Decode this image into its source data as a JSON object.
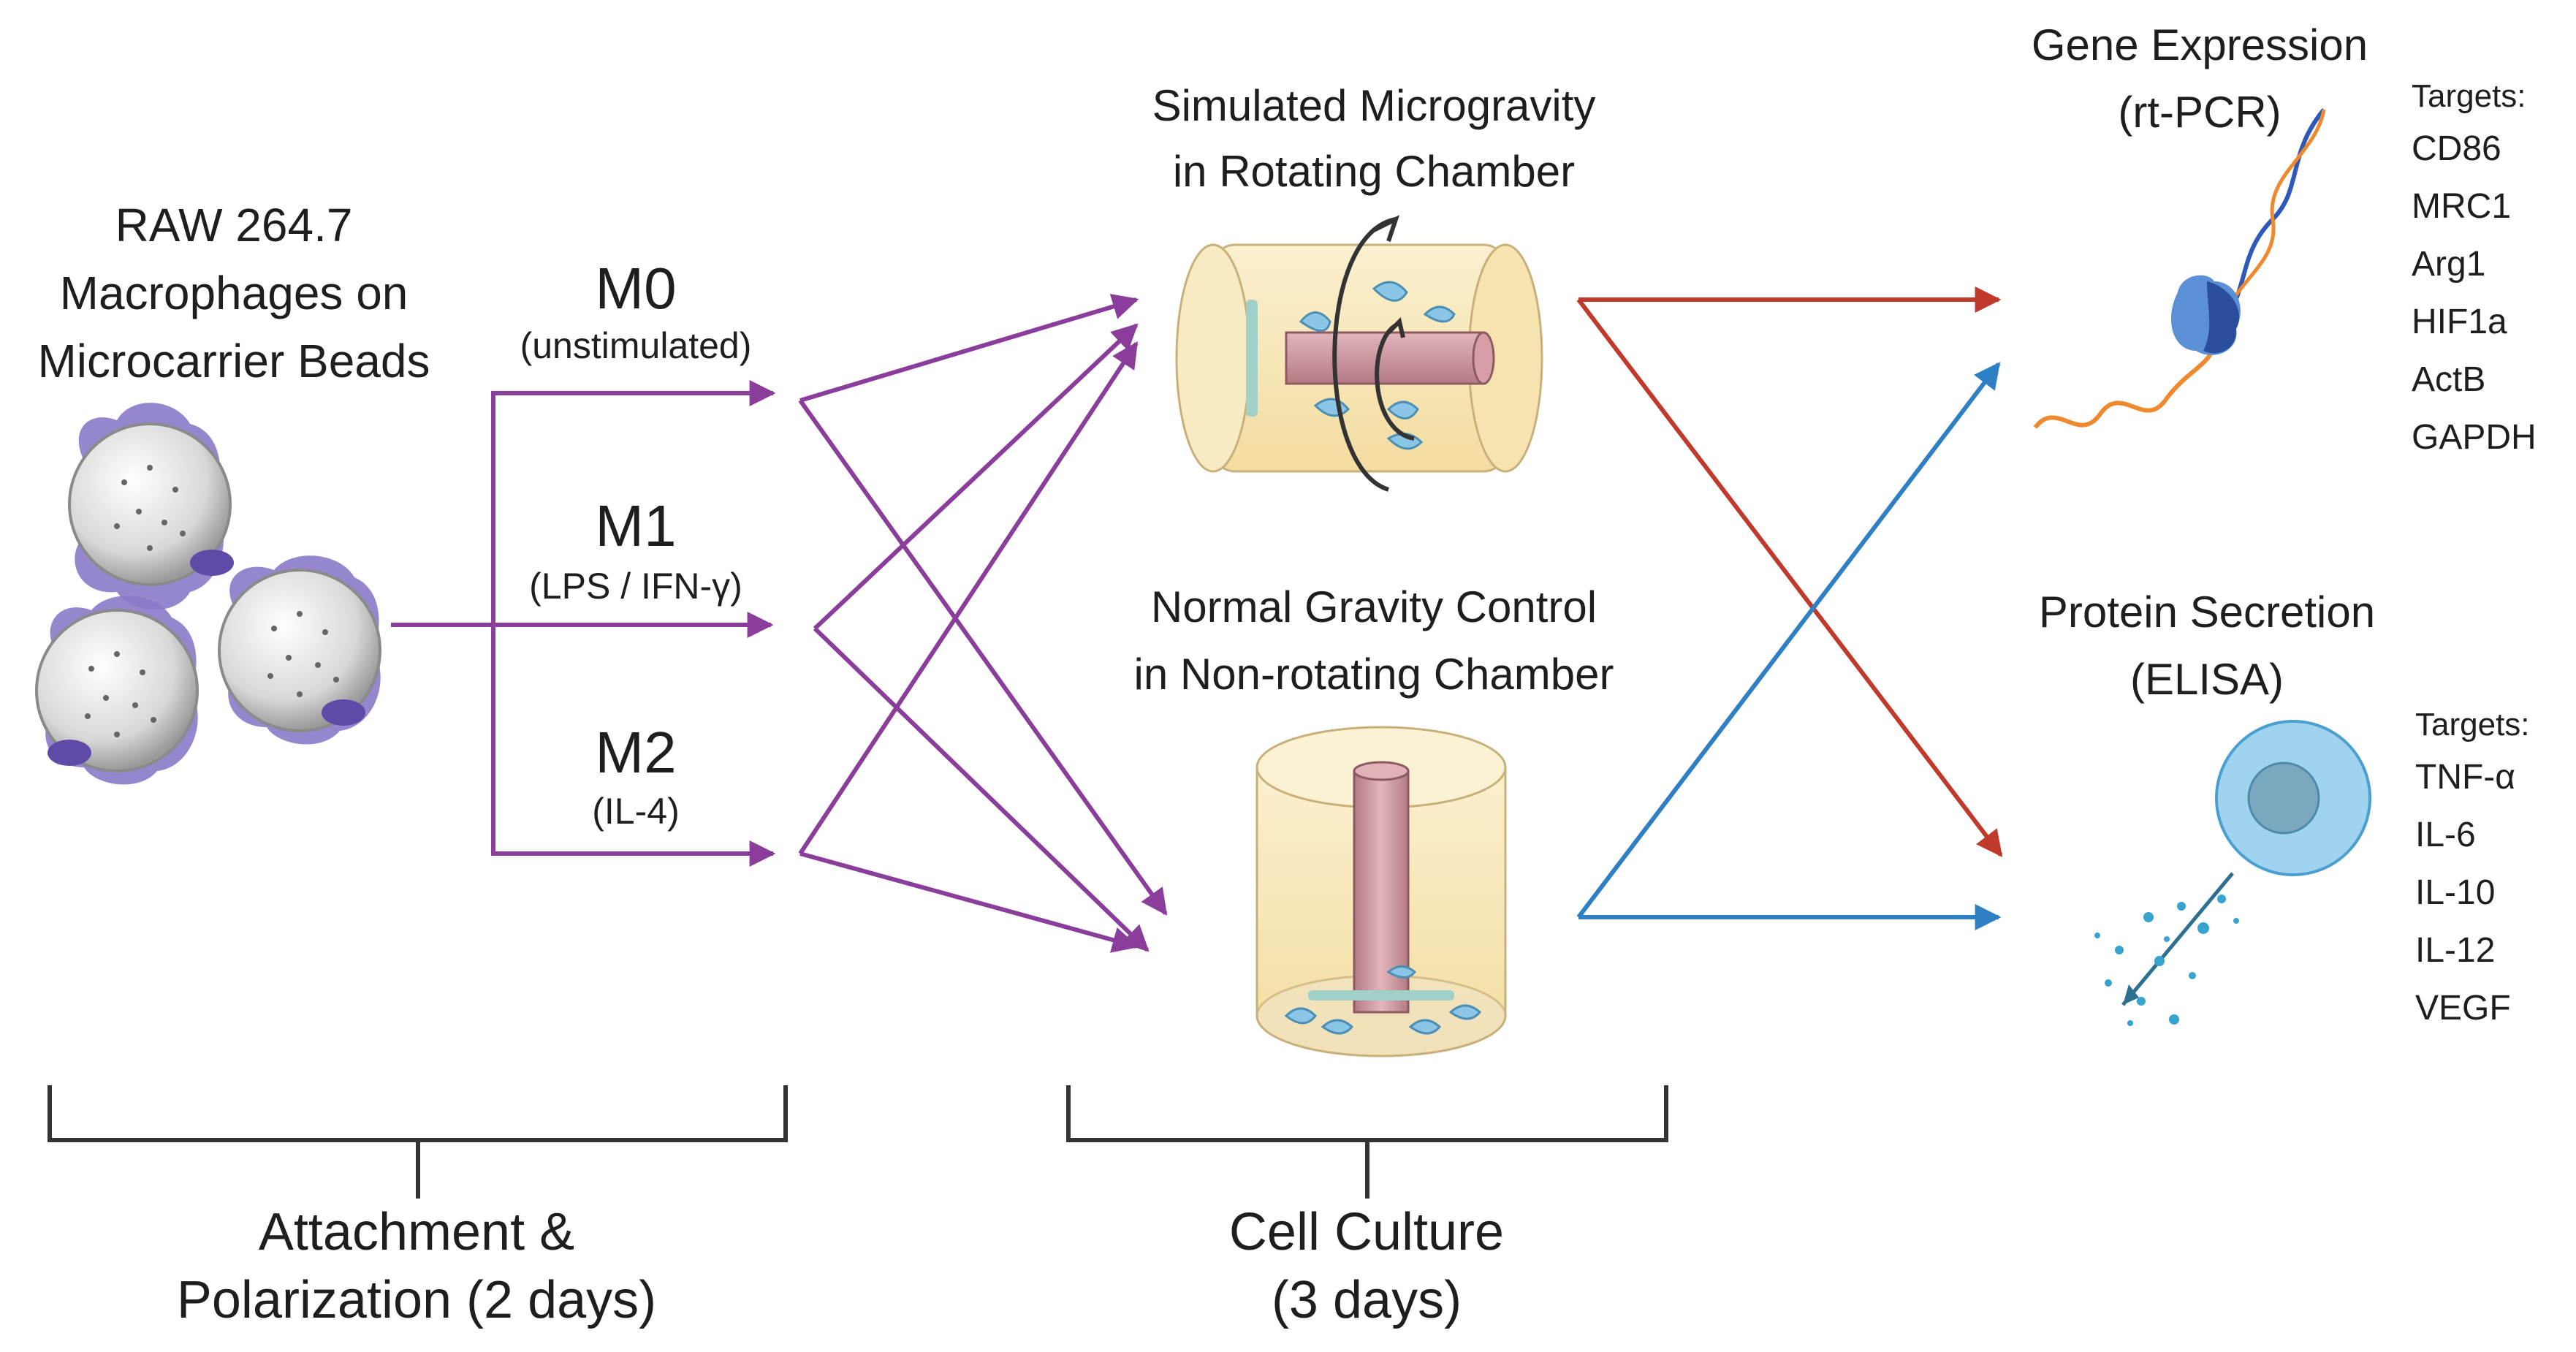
{
  "source": {
    "title_lines": [
      "RAW 264.7",
      "Macrophages on",
      "Microcarrier Beads"
    ]
  },
  "polarization": [
    {
      "state": "M0",
      "condition": "(unstimulated)"
    },
    {
      "state": "M1",
      "condition": "(LPS / IFN-γ)"
    },
    {
      "state": "M2",
      "condition": "(IL-4)"
    }
  ],
  "chambers": {
    "rotating": {
      "title_lines": [
        "Simulated Microgravity",
        "in Rotating Chamber"
      ]
    },
    "static": {
      "title_lines": [
        "Normal Gravity Control",
        "in Non-rotating Chamber"
      ]
    }
  },
  "assays": {
    "gene": {
      "title_lines": [
        "Gene Expression",
        "(rt-PCR)"
      ],
      "targets_header": "Targets:",
      "targets": [
        "CD86",
        "MRC1",
        "Arg1",
        "HIF1a",
        "ActB",
        "GAPDH"
      ]
    },
    "protein": {
      "title_lines": [
        "Protein Secretion",
        "(ELISA)"
      ],
      "targets_header": "Targets:",
      "targets": [
        "TNF-α",
        "IL-6",
        "IL-10",
        "IL-12",
        "VEGF"
      ]
    }
  },
  "phases": {
    "attachment": [
      "Attachment &",
      "Polarization (2 days)"
    ],
    "culture": [
      "Cell Culture",
      "(3 days)"
    ]
  },
  "colors": {
    "purple_arrow": "#8a3d9a",
    "red_arrow": "#c0392b",
    "blue_arrow": "#2f7fc4",
    "bracket": "#333333"
  }
}
